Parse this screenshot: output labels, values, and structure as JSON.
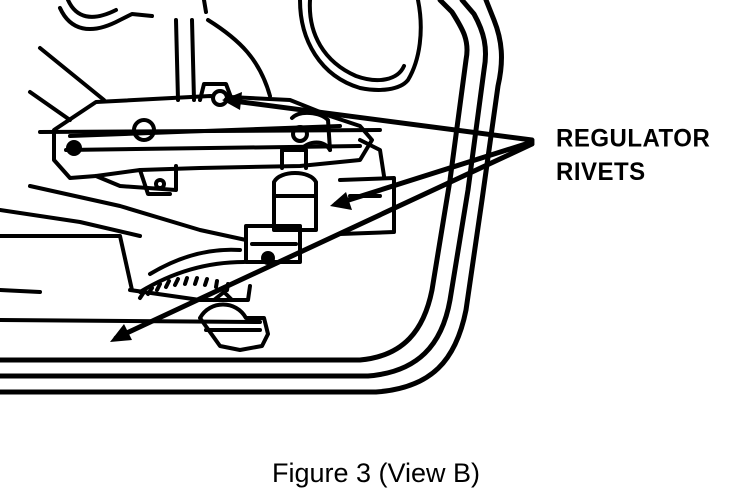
{
  "callout": {
    "line1": "REGULATOR",
    "line2": "RIVETS"
  },
  "caption": "Figure 3 (View B)",
  "colors": {
    "ink": "#000000",
    "paper": "#ffffff"
  }
}
